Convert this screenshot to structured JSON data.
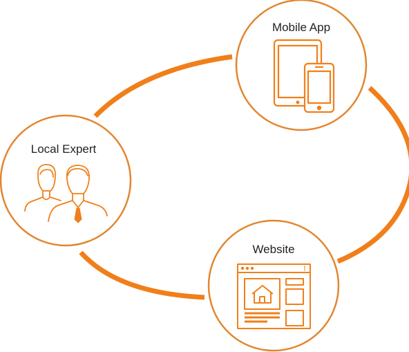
{
  "nodes": {
    "mobile_app": {
      "label": "Mobile App",
      "icon": "tablet-and-phone-icon"
    },
    "local_expert": {
      "label": "Local Expert",
      "icon": "two-people-icon"
    },
    "website": {
      "label": "Website",
      "icon": "website-browser-icon"
    }
  },
  "colors": {
    "accent": "#f07f1a",
    "circle_stroke": "#e2862f",
    "label_text": "#222222",
    "background": "#ffffff"
  }
}
